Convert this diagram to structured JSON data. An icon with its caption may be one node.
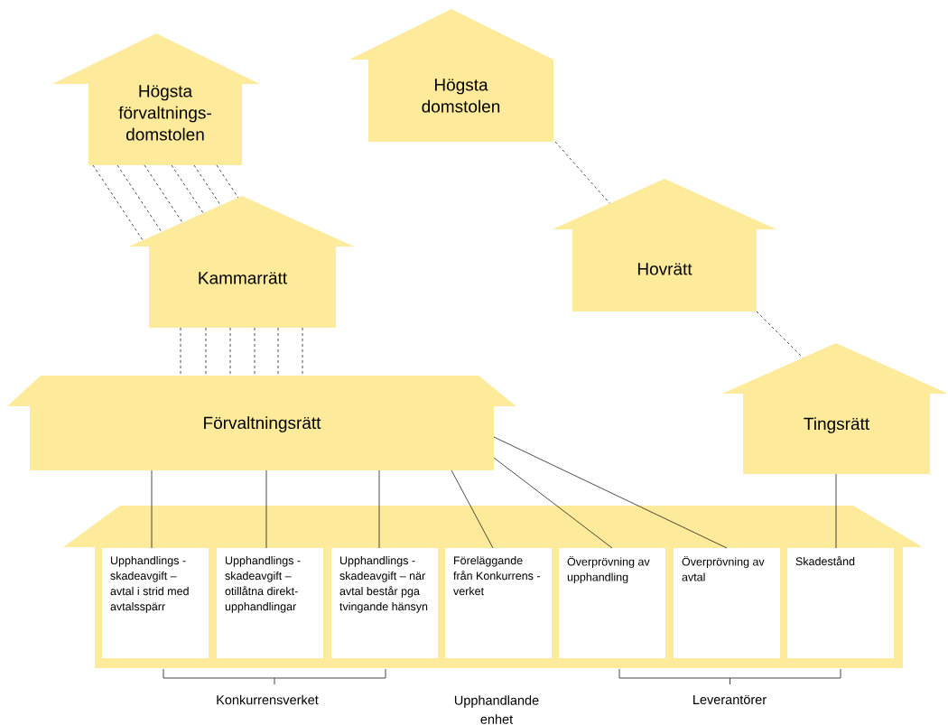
{
  "diagram": {
    "nodes": [
      {
        "text": [
          "Högsta förvaltnings-domstolen"
        ]
      },
      {
        "text": [
          "Högsta domstolen"
        ]
      },
      {
        "text": [
          "Kammarrätt"
        ]
      },
      {
        "text": [
          "Hovrätt"
        ]
      },
      {
        "text": [
          "Förvaltningsrätt"
        ]
      },
      {
        "text": [
          "Tingsrätt"
        ]
      },
      {
        "text": [],
        "shape": "house"
      },
      {
        "text": [
          "Upphandlings - skadeavgift – avtal i strid med avtalsspärr"
        ],
        "in": 6
      },
      {
        "text": [
          "Upphandlings - skadeavgift – otillåtna direkt-upphandlingar"
        ],
        "in": 6
      },
      {
        "text": [
          "Upphandlings - skadeavgift – när avtal består pga tvingande hänsyn"
        ],
        "in": 6
      },
      {
        "text": [
          "Föreläggande från Konkurrens - verket"
        ],
        "in": 6
      },
      {
        "text": [
          "Överprövning av upphandling"
        ],
        "in": 6
      },
      {
        "text": [
          "Överprövning av avtal"
        ],
        "in": 6
      },
      {
        "text": [
          "Skadestånd"
        ],
        "in": 6
      }
    ],
    "edges": [
      {
        "from": 0,
        "to": 2,
        "arrow": "none",
        "style": "dashed"
      },
      {
        "from": 0,
        "to": 2,
        "arrow": "none",
        "style": "dashed"
      },
      {
        "from": 0,
        "to": 2,
        "arrow": "none",
        "style": "dashed"
      },
      {
        "from": 0,
        "to": 2,
        "arrow": "none",
        "style": "dashed"
      },
      {
        "from": 0,
        "to": 2,
        "arrow": "none",
        "style": "dashed"
      },
      {
        "from": 0,
        "to": 2,
        "arrow": "none",
        "style": "dashed"
      },
      {
        "from": 2,
        "to": 4,
        "arrow": "none",
        "style": "dashed"
      },
      {
        "from": 2,
        "to": 4,
        "arrow": "none",
        "style": "dashed"
      },
      {
        "from": 2,
        "to": 4,
        "arrow": "none",
        "style": "dashed"
      },
      {
        "from": 2,
        "to": 4,
        "arrow": "none",
        "style": "dashed"
      },
      {
        "from": 2,
        "to": 4,
        "arrow": "none",
        "style": "dashed"
      },
      {
        "from": 2,
        "to": 4,
        "arrow": "none",
        "style": "dashed"
      },
      {
        "from": 1,
        "to": 3,
        "arrow": "none",
        "style": "dashed"
      },
      {
        "from": 3,
        "to": 5,
        "arrow": "none",
        "style": "dashed"
      },
      {
        "from": 4,
        "to": 7,
        "arrow": "none"
      },
      {
        "from": 4,
        "to": 8,
        "arrow": "none"
      },
      {
        "from": 4,
        "to": 9,
        "arrow": "none"
      },
      {
        "from": 4,
        "to": 10,
        "arrow": "none"
      },
      {
        "from": 4,
        "to": 11,
        "arrow": "none"
      },
      {
        "from": 4,
        "to": 12,
        "arrow": "none"
      },
      {
        "from": 5,
        "to": 13,
        "arrow": "none"
      }
    ],
    "labels": [
      "Konkurrensverket",
      "Upphandlande enhet",
      "Leverantörer"
    ]
  }
}
